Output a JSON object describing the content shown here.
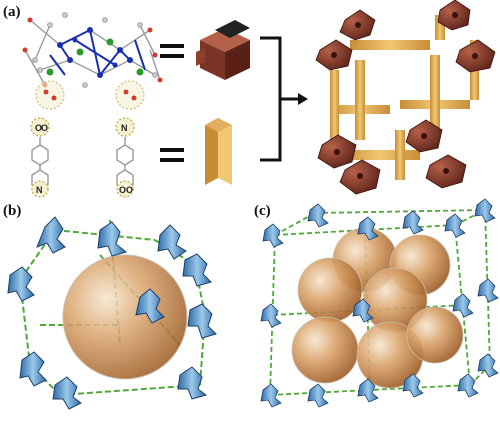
{
  "panels": [
    {
      "label": "(a)"
    },
    {
      "label": "(b)"
    },
    {
      "label": "(c)"
    }
  ],
  "atom_labels": {
    "o1": "O",
    "o2": "O",
    "n1": "N",
    "n2": "N",
    "o3": "O",
    "o4": "O"
  },
  "colors": {
    "brown": "#7a3425",
    "brown_light": "#a8503a",
    "wood": "#d9a24a",
    "wood_light": "#f0c874",
    "blue": "#3d88c8",
    "blue_light": "#9cc8ea",
    "green": "#4ea83a",
    "sphere": "#d18a3f",
    "metal_blue": "#1a2fb0",
    "gray": "#9a9a9a"
  }
}
